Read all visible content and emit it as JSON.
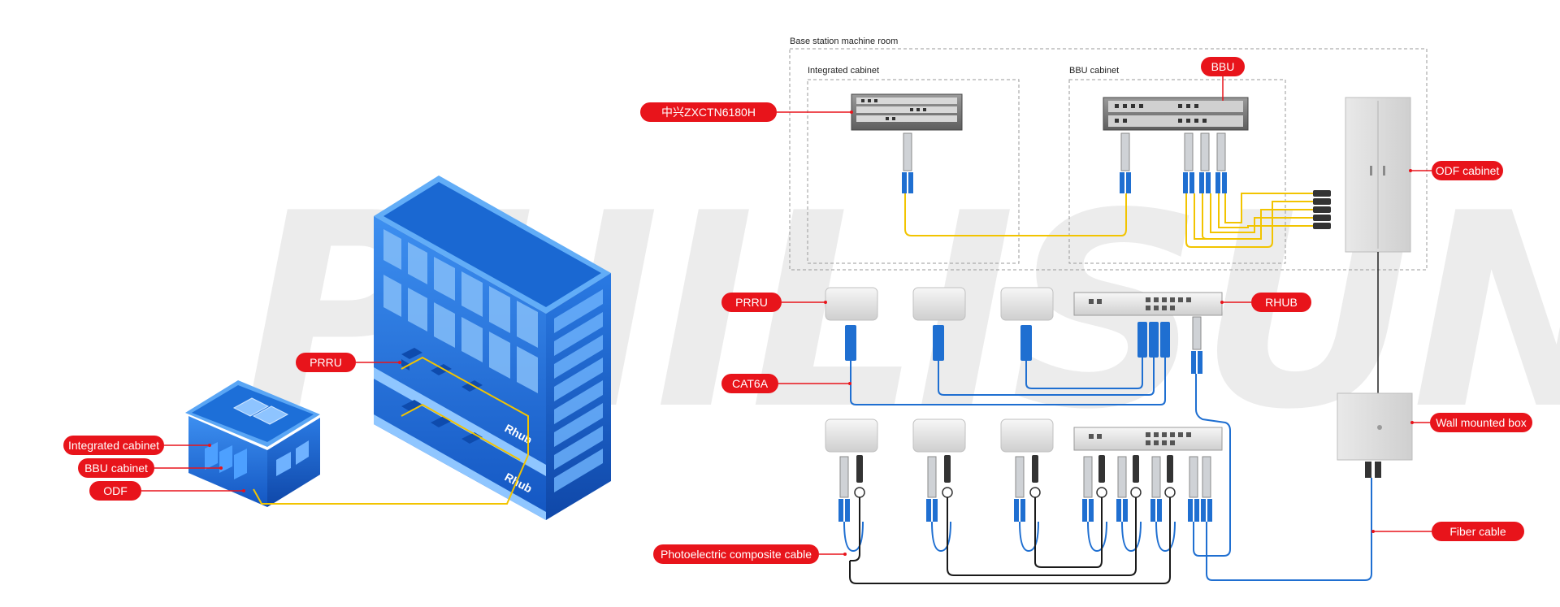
{
  "watermark": "PHILISUN",
  "sections": {
    "machine_room": "Base station machine room",
    "integrated_cabinet": "Integrated cabinet",
    "bbu_cabinet": "BBU cabinet"
  },
  "labels": {
    "bbu": "BBU",
    "zte_router": "中兴ZXCTN6180H",
    "odf_cabinet": "ODF cabinet",
    "prru": "PRRU",
    "rhub": "RHUB",
    "cat6a": "CAT6A",
    "wall_box": "Wall mounted box",
    "fiber_cable": "Fiber cable",
    "composite_cable": "Photoelectric composite cable",
    "building_prru": "PRRU",
    "building_integrated": "Integrated cabinet",
    "building_bbu": "BBU cabinet",
    "building_odf": "ODF"
  },
  "building_signs": [
    "Rhub",
    "Rhub"
  ],
  "colors": {
    "label_red": "#e8141b",
    "fiber_yellow": "#f2c400",
    "cable_blue": "#1f6fd1",
    "composite_black": "#1a1a1a",
    "building_blue": "#1c6fd6"
  }
}
